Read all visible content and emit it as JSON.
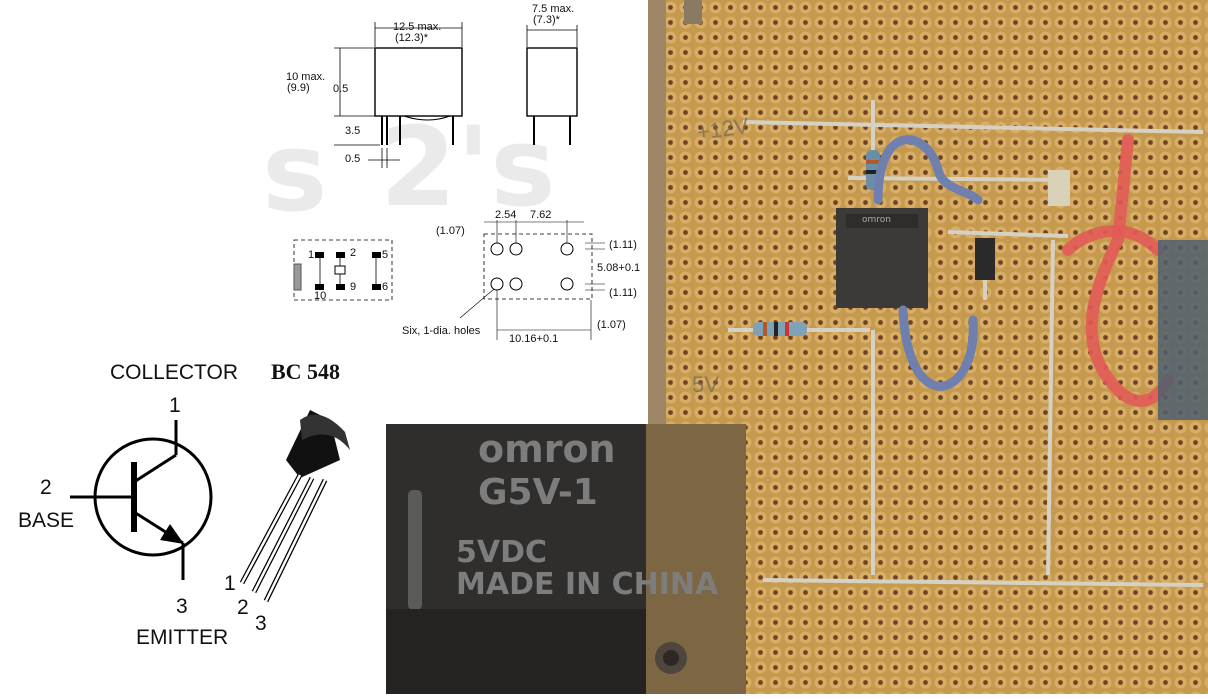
{
  "relay_dims": {
    "width": "12.5 max.",
    "width_alt": "(12.3)*",
    "depth": "7.5 max.",
    "depth_alt": "(7.3)*",
    "height": "10 max.",
    "height_alt": "(9.9)",
    "standoff": "0.5",
    "pin_length": "3.5",
    "pin_width": "0.5"
  },
  "relay_pins": [
    "1",
    "2",
    "5",
    "10",
    "9",
    "6"
  ],
  "pcb_layout": {
    "pitch_1": "2.54",
    "pitch_2": "7.62",
    "left_offset": "(1.07)",
    "top_offset": "(1.11)",
    "row_spacing": "5.08+0.1",
    "bottom_offset": "(1.11)",
    "bottom_right": "(1.07)",
    "width": "10.16+0.1",
    "holes_note": "Six, 1-dia. holes"
  },
  "transistor": {
    "collector_label": "COLLECTOR",
    "part": "BC 548",
    "base_label": "BASE",
    "emitter_label": "EMITTER",
    "pin_collector": "1",
    "pin_base": "2",
    "pin_emitter": "3",
    "lead_1": "1",
    "lead_2": "2",
    "lead_3": "3"
  },
  "relay_marking": {
    "brand": "omron",
    "model": "G5V-1",
    "voltage": "5VDC",
    "origin": "MADE IN CHINA"
  },
  "board_labels": {
    "supply": "+12V",
    "five_volt": "5V"
  },
  "colors": {
    "board": "#c59a4e",
    "pad": "#d8ad66",
    "hole": "#6c4524",
    "wire_blue": "#6f7fae",
    "wire_red": "#e25b56",
    "relay_body": "#2b2b2b"
  }
}
